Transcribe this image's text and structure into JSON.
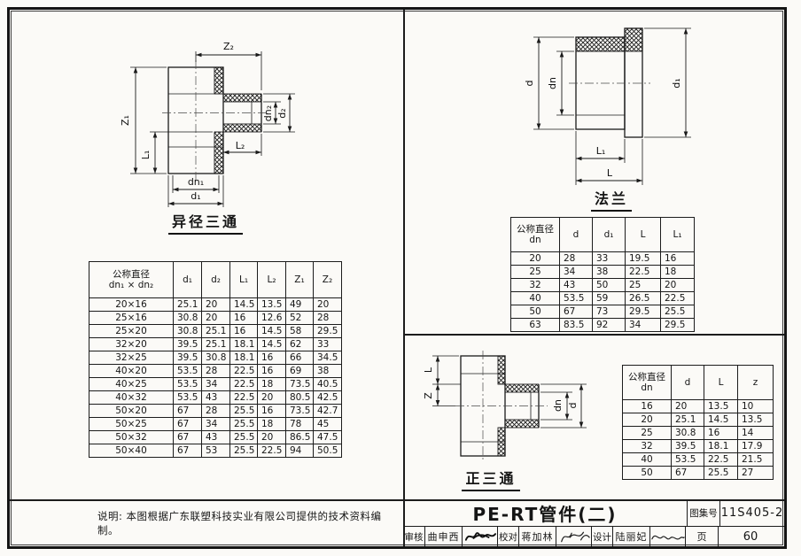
{
  "note": {
    "text": "说明: 本图根据广东联塑科技实业有限公司提供的技术资料编制。"
  },
  "title_block": {
    "title": "PE-RT管件(二)",
    "atlas_label": "图集号",
    "atlas_number": "11S405-2",
    "page_label": "页",
    "page_number": "60",
    "credits": [
      {
        "role": "审核",
        "name": "曲申西"
      },
      {
        "role": "校对",
        "name": "蒋加林"
      },
      {
        "role": "设计",
        "name": "陆丽妃"
      }
    ]
  },
  "diagrams": {
    "reducing_tee": {
      "title": "异径三通",
      "labels": {
        "z2": "Z₂",
        "z1": "Z₁",
        "l1": "L₁",
        "dn2": "dn₂",
        "d2": "d₂",
        "l2": "L₂",
        "dn1": "dn₁",
        "d1": "d₁"
      }
    },
    "flange": {
      "title": "法兰",
      "labels": {
        "d": "d",
        "dn": "dn",
        "d1": "d₁",
        "l1": "L₁",
        "l": "L"
      }
    },
    "equal_tee": {
      "title": "正三通",
      "labels": {
        "l": "L",
        "z": "Z",
        "dn": "dn",
        "d": "d"
      }
    }
  },
  "tables": {
    "reducing_tee": {
      "header": [
        "公称直径\ndn₁ × dn₂",
        "d₁",
        "d₂",
        "L₁",
        "L₂",
        "Z₁",
        "Z₂"
      ],
      "rows": [
        [
          "20×16",
          "25.1",
          "20",
          "14.5",
          "13.5",
          "49",
          "20"
        ],
        [
          "25×16",
          "30.8",
          "20",
          "16",
          "12.6",
          "52",
          "28"
        ],
        [
          "25×20",
          "30.8",
          "25.1",
          "16",
          "14.5",
          "58",
          "29.5"
        ],
        [
          "32×20",
          "39.5",
          "25.1",
          "18.1",
          "14.5",
          "62",
          "33"
        ],
        [
          "32×25",
          "39.5",
          "30.8",
          "18.1",
          "16",
          "66",
          "34.5"
        ],
        [
          "40×20",
          "53.5",
          "28",
          "22.5",
          "16",
          "69",
          "38"
        ],
        [
          "40×25",
          "53.5",
          "34",
          "22.5",
          "18",
          "73.5",
          "40.5"
        ],
        [
          "40×32",
          "53.5",
          "43",
          "22.5",
          "20",
          "80.5",
          "42.5"
        ],
        [
          "50×20",
          "67",
          "28",
          "25.5",
          "16",
          "73.5",
          "42.7"
        ],
        [
          "50×25",
          "67",
          "34",
          "25.5",
          "18",
          "78",
          "45"
        ],
        [
          "50×32",
          "67",
          "43",
          "25.5",
          "20",
          "86.5",
          "47.5"
        ],
        [
          "50×40",
          "67",
          "53",
          "25.5",
          "22.5",
          "94",
          "50.5"
        ]
      ]
    },
    "flange": {
      "header": [
        "公称直径\ndn",
        "d",
        "d₁",
        "L",
        "L₁"
      ],
      "rows": [
        [
          "20",
          "28",
          "33",
          "19.5",
          "16"
        ],
        [
          "25",
          "34",
          "38",
          "22.5",
          "18"
        ],
        [
          "32",
          "43",
          "50",
          "25",
          "20"
        ],
        [
          "40",
          "53.5",
          "59",
          "26.5",
          "22.5"
        ],
        [
          "50",
          "67",
          "73",
          "29.5",
          "25.5"
        ],
        [
          "63",
          "83.5",
          "92",
          "34",
          "29.5"
        ]
      ]
    },
    "equal_tee": {
      "header": [
        "公称直径\ndn",
        "d",
        "L",
        "z"
      ],
      "rows": [
        [
          "16",
          "20",
          "13.5",
          "10"
        ],
        [
          "20",
          "25.1",
          "14.5",
          "13.5"
        ],
        [
          "25",
          "30.8",
          "16",
          "14"
        ],
        [
          "32",
          "39.5",
          "18.1",
          "17.9"
        ],
        [
          "40",
          "53.5",
          "22.5",
          "21.5"
        ],
        [
          "50",
          "67",
          "25.5",
          "27"
        ]
      ]
    }
  }
}
